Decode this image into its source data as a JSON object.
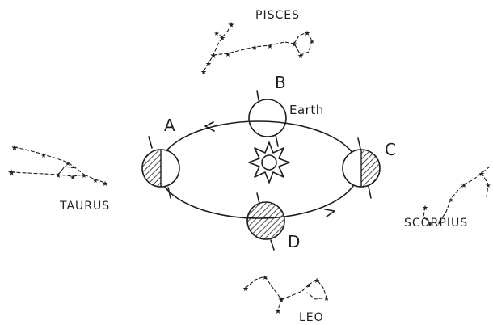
{
  "constellations": {
    "pisces": "PISCES",
    "taurus": "TAURUS",
    "scorpius": "SCORPIUS",
    "leo": "LEO"
  },
  "positions": {
    "a": "A",
    "b": "B",
    "c": "C",
    "d": "D"
  },
  "earth_label": "Earth",
  "colors": {
    "ink": "#1e1e1e",
    "background": "#ffffff"
  }
}
